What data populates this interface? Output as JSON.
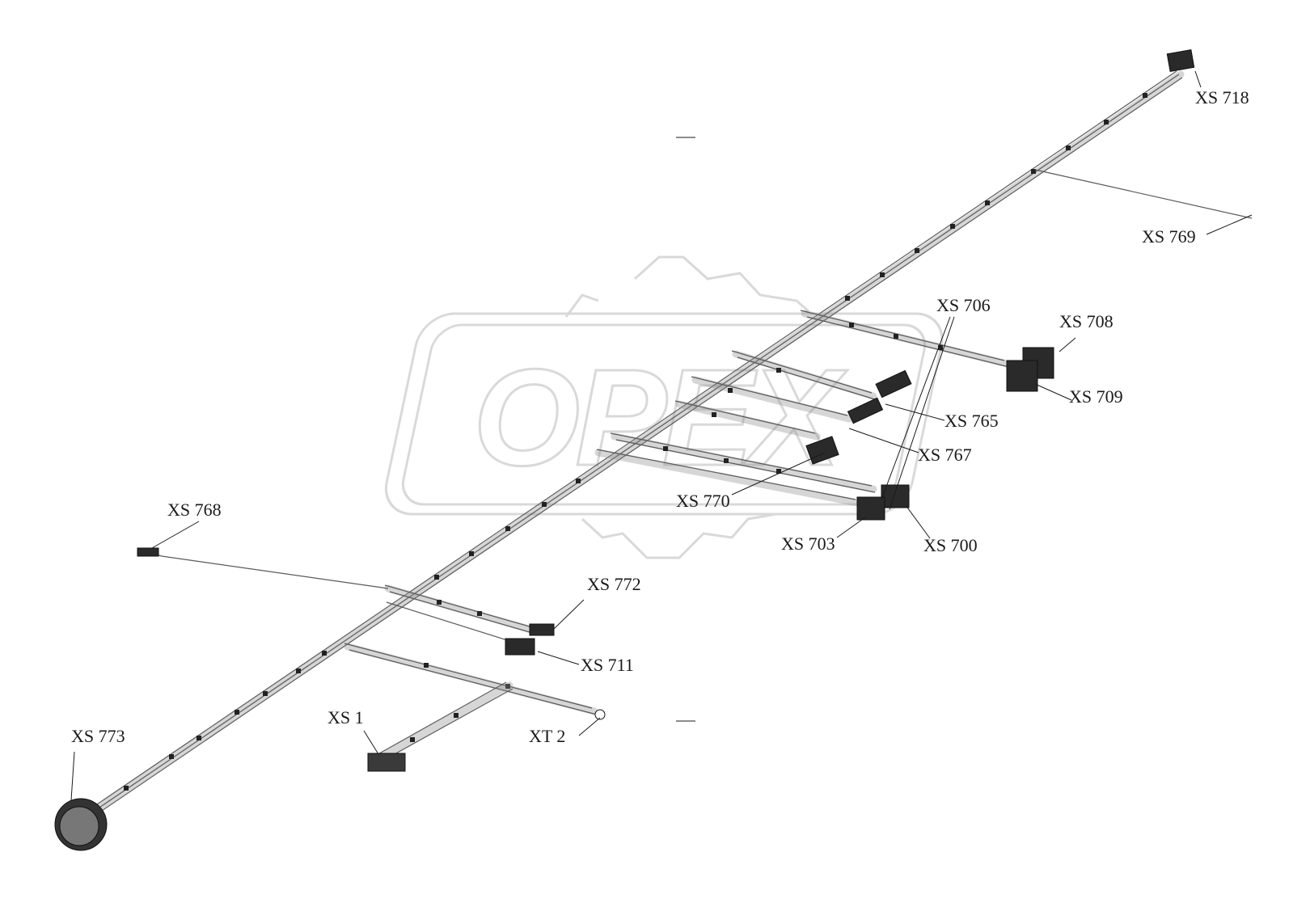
{
  "diagram": {
    "connectors": [
      {
        "id": "xs718",
        "label": "XS 718"
      },
      {
        "id": "xs769",
        "label": "XS 769"
      },
      {
        "id": "xs706",
        "label": "XS 706"
      },
      {
        "id": "xs708",
        "label": "XS 708"
      },
      {
        "id": "xs709",
        "label": "XS 709"
      },
      {
        "id": "xs765",
        "label": "XS 765"
      },
      {
        "id": "xs767",
        "label": "XS 767"
      },
      {
        "id": "xs770",
        "label": "XS 770"
      },
      {
        "id": "xs703",
        "label": "XS 703"
      },
      {
        "id": "xs700",
        "label": "XS 700"
      },
      {
        "id": "xs768",
        "label": "XS 768"
      },
      {
        "id": "xs772",
        "label": "XS 772"
      },
      {
        "id": "xs711",
        "label": "XS 711"
      },
      {
        "id": "xs1",
        "label": "XS 1"
      },
      {
        "id": "xt2",
        "label": "XT 2"
      },
      {
        "id": "xs773",
        "label": "XS 773"
      }
    ]
  },
  "watermark": {
    "text": "ОРЕХ"
  },
  "colors": {
    "line": "#1a1a1a",
    "wire": "#5a5a5a",
    "watermark": "#d9d9d9"
  }
}
